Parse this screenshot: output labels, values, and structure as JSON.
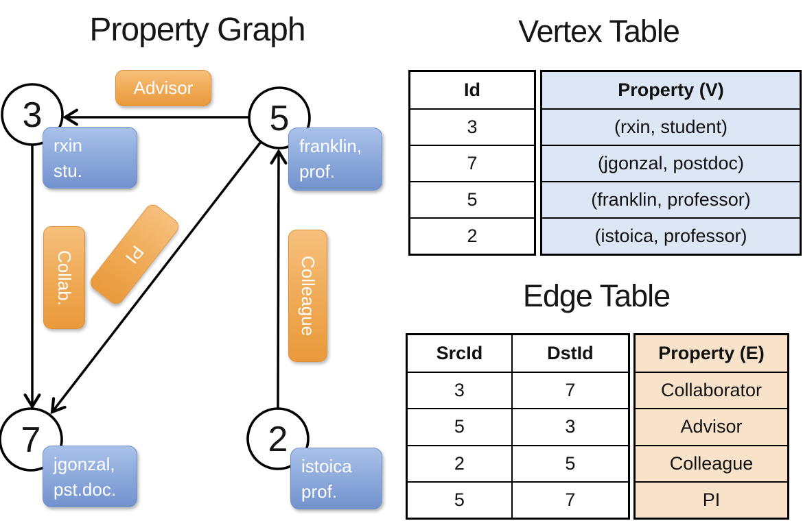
{
  "graph": {
    "title": "Property Graph",
    "nodes": [
      {
        "id": "3",
        "label_line1": "rxin",
        "label_line2": "stu."
      },
      {
        "id": "5",
        "label_line1": "franklin,",
        "label_line2": "prof."
      },
      {
        "id": "7",
        "label_line1": "jgonzal,",
        "label_line2": "pst.doc."
      },
      {
        "id": "2",
        "label_line1": "istoica",
        "label_line2": "prof."
      }
    ],
    "edge_labels": {
      "advisor": "Advisor",
      "collab": "Collab.",
      "pi": "PI",
      "colleague": "Colleague"
    }
  },
  "vertex_table": {
    "title": "Vertex Table",
    "columns": {
      "id": "Id",
      "property": "Property (V)"
    },
    "rows": [
      {
        "id": "3",
        "property": "(rxin, student)"
      },
      {
        "id": "7",
        "property": "(jgonzal, postdoc)"
      },
      {
        "id": "5",
        "property": "(franklin, professor)"
      },
      {
        "id": "2",
        "property": "(istoica, professor)"
      }
    ]
  },
  "edge_table": {
    "title": "Edge Table",
    "columns": {
      "src": "SrcId",
      "dst": "DstId",
      "property": "Property (E)"
    },
    "rows": [
      {
        "src": "3",
        "dst": "7",
        "property": "Collaborator"
      },
      {
        "src": "5",
        "dst": "3",
        "property": "Advisor"
      },
      {
        "src": "2",
        "dst": "5",
        "property": "Colleague"
      },
      {
        "src": "5",
        "dst": "7",
        "property": "PI"
      }
    ]
  },
  "colors": {
    "edge_label_orange_top": "#f6c07d",
    "edge_label_orange_bottom": "#ea9a3c",
    "node_label_blue_top": "#aac2ea",
    "node_label_blue_bottom": "#7292ce",
    "vertex_table_fill": "#dce6f4",
    "edge_table_fill": "#f8e3ca",
    "line_color": "#000000"
  }
}
